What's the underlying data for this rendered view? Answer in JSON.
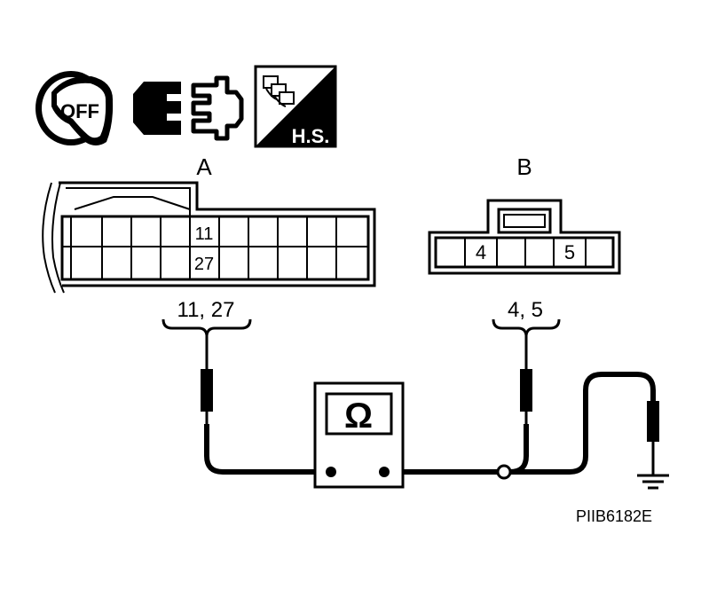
{
  "icons": {
    "ignition": {
      "name": "ignition-key-off-icon",
      "label": "OFF"
    },
    "disconnect": {
      "name": "connector-disconnect-icon"
    },
    "harness": {
      "name": "harness-side-icon",
      "label": "H.S."
    }
  },
  "connector_a": {
    "label": "A",
    "pin_top": "11",
    "pin_bottom": "27",
    "probe_label": "11, 27"
  },
  "connector_b": {
    "label": "B",
    "pin_left": "4",
    "pin_right": "5",
    "probe_label": "4, 5"
  },
  "meter": {
    "symbol": "Ω",
    "name": "ohmmeter"
  },
  "figure_code": "PIIB6182E",
  "colors": {
    "ink": "#000000",
    "background": "#ffffff"
  }
}
